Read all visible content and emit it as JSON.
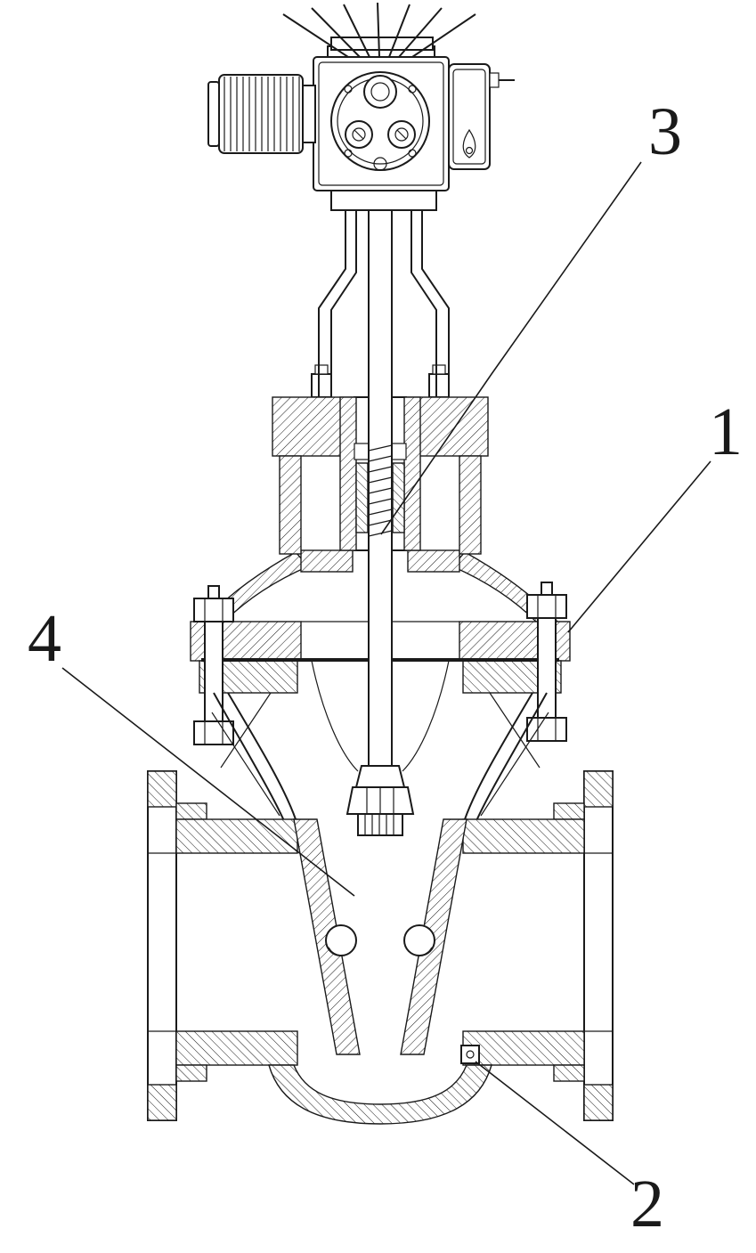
{
  "figure": {
    "reference_labels": {
      "l1": "1",
      "l2": "2",
      "l3": "3",
      "l4": "4"
    },
    "colors": {
      "line": "#1a1a1a",
      "background": "#ffffff"
    }
  }
}
